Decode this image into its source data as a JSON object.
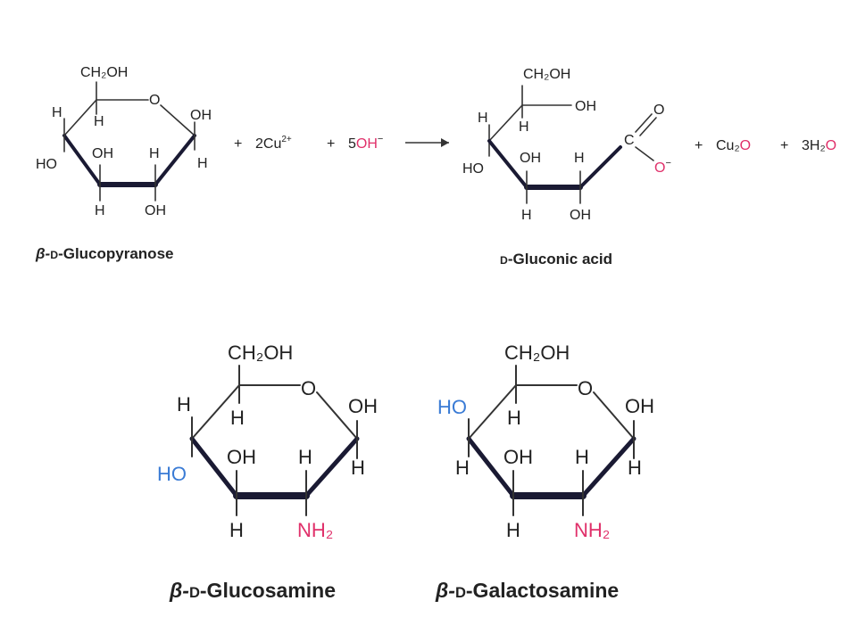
{
  "colors": {
    "text": "#222222",
    "oxygen_highlight": "#e0306a",
    "hydroxyl_highlight": "#3a7bd5",
    "amine_highlight": "#e0306a",
    "bond": "#333333",
    "bold_bond": "#1a1a33"
  },
  "reaction": {
    "reactant": {
      "name_prefix": "β-",
      "name_d": "D",
      "name_rest": "-Glucopyranose",
      "labels": {
        "c6": "CH₂OH",
        "ring_o": "O",
        "c1_oh": "OH",
        "c1_h": "H",
        "c4_h_up": "H",
        "c5_h": "H",
        "c4_ho": "HO",
        "c3_oh": "OH",
        "c2_h_up": "H",
        "c3_h": "H",
        "c2_oh": "OH"
      }
    },
    "reagents": {
      "plus1": "+",
      "cu": "2Cu",
      "cu_charge": "2+",
      "plus2": "+",
      "oh_coef": "5",
      "oh": "OH",
      "oh_charge": "−"
    },
    "product": {
      "name_d": "D",
      "name_rest": "-Gluconic acid",
      "labels": {
        "c6": "CH₂OH",
        "c5_oh": "OH",
        "c4_h": "H",
        "c5_h": "H",
        "carbonyl_o": "O",
        "carboxyl_c": "C",
        "carboxylate_o": "O",
        "carboxylate_charge": "−",
        "c4_ho": "HO",
        "c3_oh": "OH",
        "c2_h": "H",
        "c3_h": "H",
        "c2_oh": "OH"
      }
    },
    "byproducts": {
      "plus1": "+",
      "cu2": "Cu₂",
      "cu2_o": "O",
      "plus2": "+",
      "water_prefix": "3H₂",
      "water_o": "O"
    }
  },
  "glucosamine": {
    "name_prefix": "β-",
    "name_d": "D",
    "name_rest": "-Glucosamine",
    "labels": {
      "c6": "CH₂OH",
      "ring_o": "O",
      "c1_oh": "OH",
      "c1_h": "H",
      "c4_h": "H",
      "c5_h": "H",
      "c4_ho": "HO",
      "c3_oh": "OH",
      "c2_h": "H",
      "c3_h": "H",
      "c2_nh2": "NH₂"
    }
  },
  "galactosamine": {
    "name_prefix": "β-",
    "name_d": "D",
    "name_rest": "-Galactosamine",
    "labels": {
      "c6": "CH₂OH",
      "ring_o": "O",
      "c1_oh": "OH",
      "c1_h": "H",
      "c4_ho": "HO",
      "c5_h": "H",
      "c4_h": "H",
      "c3_oh": "OH",
      "c2_h": "H",
      "c3_h": "H",
      "c2_nh2": "NH₂"
    }
  }
}
